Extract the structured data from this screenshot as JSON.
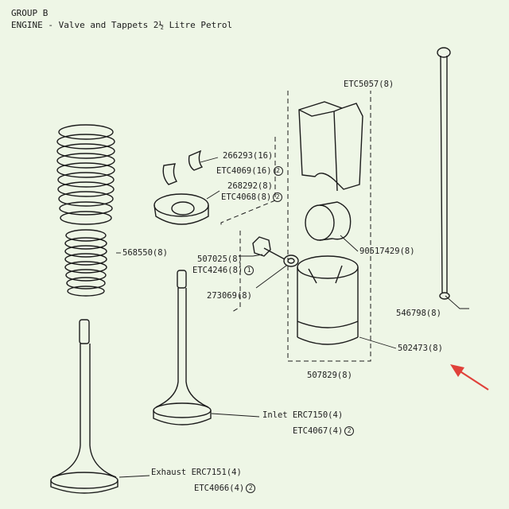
{
  "header": {
    "group": "GROUP B",
    "title": "ENGINE - Valve and Tappets 2½ Litre Petrol"
  },
  "labels": {
    "etc5057": "ETC5057(8)",
    "p266293": "266293(16)",
    "etc4069": "ETC4069(16)",
    "etc4069_note": "2",
    "p268292": "268292(8)",
    "etc4068": "ETC4068(8)",
    "etc4068_note": "2",
    "p568550": "568550(8)",
    "p507025": "507025(8)",
    "etc4246": "ETC4246(8)",
    "etc4246_note": "1",
    "p273069": "273069(8)",
    "p90517429": "90517429(8)",
    "p546798": "546798(8)",
    "p502473": "502473(8)",
    "p507829": "507829(8)",
    "inlet": "Inlet ERC7150(4)",
    "etc4067": "ETC4067(4)",
    "etc4067_note": "2",
    "exhaust": "Exhaust ERC7151(4)",
    "etc4066": "ETC4066(4)",
    "etc4066_note": "2"
  },
  "colors": {
    "background": "#eef6e6",
    "ink": "#1c1c1c",
    "arrow": "#e0413a"
  }
}
